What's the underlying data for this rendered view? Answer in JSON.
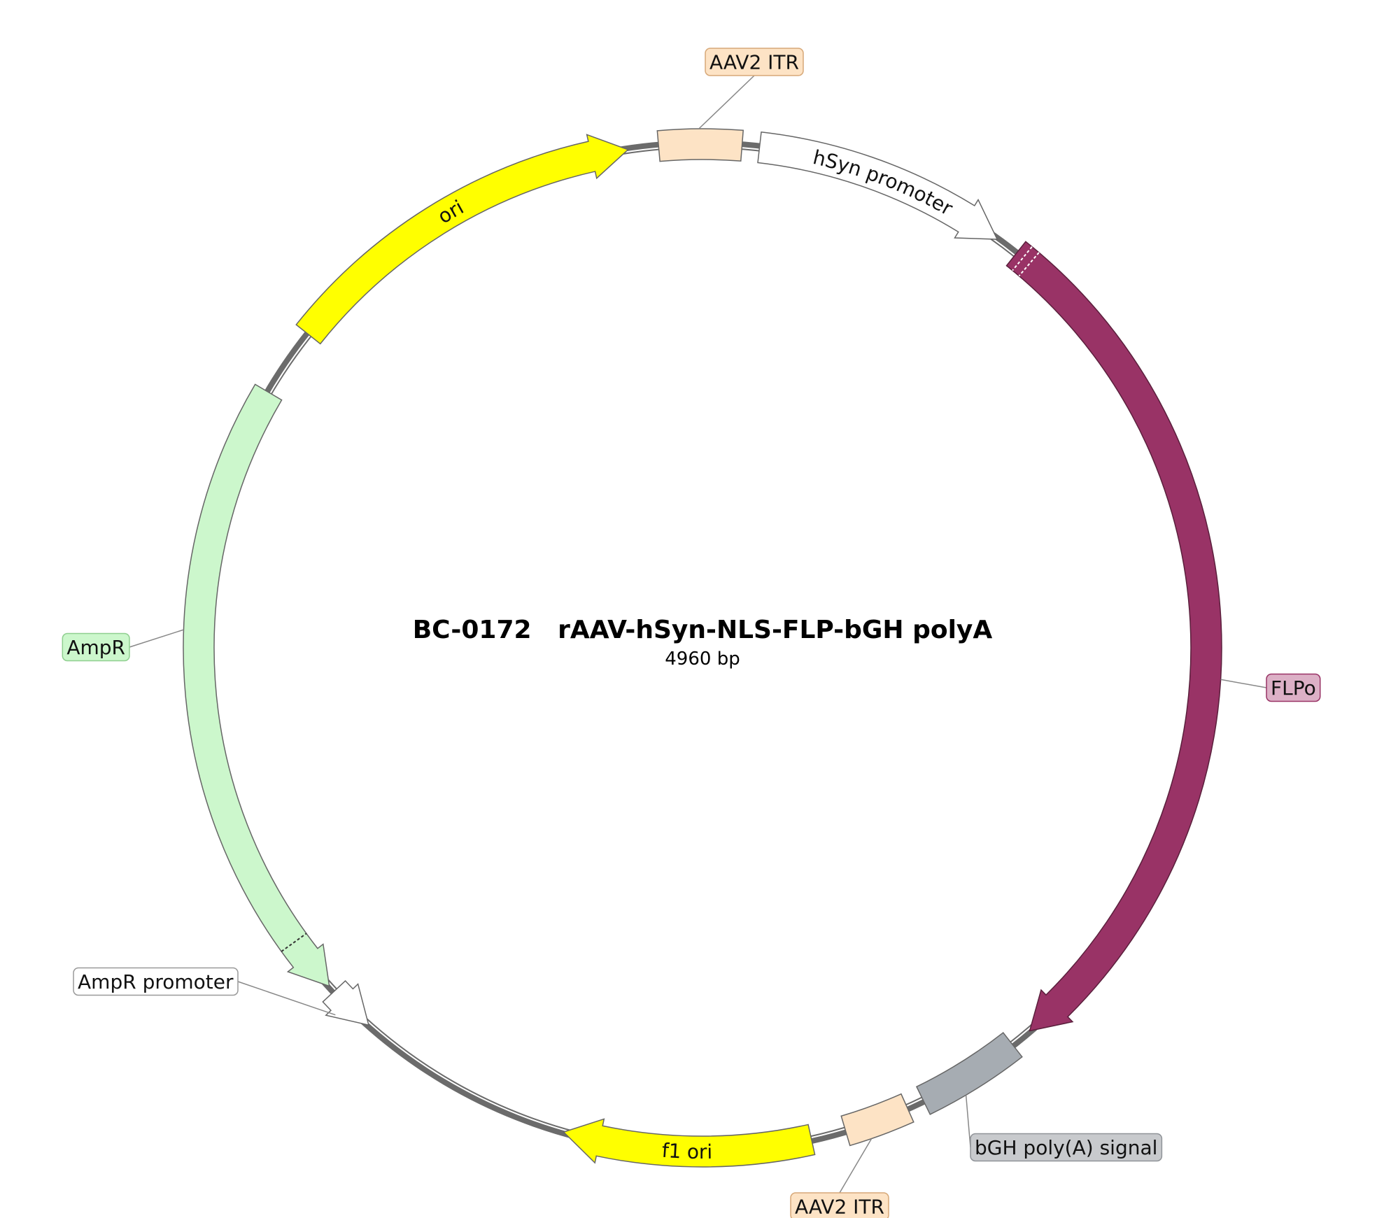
{
  "plasmid": {
    "name": "BC-0172   rAAV-hSyn-NLS-FLP-bGH polyA",
    "size_label": "4960 bp"
  },
  "colors": {
    "backbone": "#6b6b6b",
    "itr": "#fde3c5",
    "promoter": "#ffffff",
    "cds": "#993366",
    "polyA": "#a6acb2",
    "ori": "#ffff00",
    "ampR": "#ccf7cc",
    "outline": "#666666"
  },
  "features": [
    {
      "id": "aav2-itr-top",
      "name": "AAV2 ITR",
      "type": "itr",
      "color": "#fde3c5",
      "label_color": "#fde3c5",
      "label_border": "#d7a878",
      "direction": "none"
    },
    {
      "id": "hsyn-promoter",
      "name": "hSyn promoter",
      "type": "promoter",
      "color": "#ffffff",
      "direction": "cw"
    },
    {
      "id": "flpo",
      "name": "FLPo",
      "type": "cds",
      "color": "#993366",
      "label_color": "#dcb0c6",
      "label_border": "#993366",
      "direction": "cw"
    },
    {
      "id": "bgh-polya",
      "name": "bGH poly(A) signal",
      "type": "polyA",
      "color": "#a6acb2",
      "label_color": "#c8cacd",
      "label_border": "#8f9398",
      "direction": "none"
    },
    {
      "id": "aav2-itr-bottom",
      "name": "AAV2 ITR",
      "type": "itr",
      "color": "#fde3c5",
      "label_color": "#fde3c5",
      "label_border": "#d7a878",
      "direction": "none"
    },
    {
      "id": "f1-ori",
      "name": "f1 ori",
      "type": "ori",
      "color": "#ffff00",
      "direction": "cw"
    },
    {
      "id": "ampr-promoter",
      "name": "AmpR promoter",
      "type": "promoter",
      "color": "#ffffff",
      "label_color": "#ffffff",
      "label_border": "#999999",
      "direction": "ccw"
    },
    {
      "id": "ampr",
      "name": "AmpR",
      "type": "cds",
      "color": "#ccf7cc",
      "label_color": "#ccf7cc",
      "label_border": "#8fcf8f",
      "direction": "ccw"
    },
    {
      "id": "ori",
      "name": "ori",
      "type": "ori",
      "color": "#ffff00",
      "direction": "cw"
    }
  ]
}
